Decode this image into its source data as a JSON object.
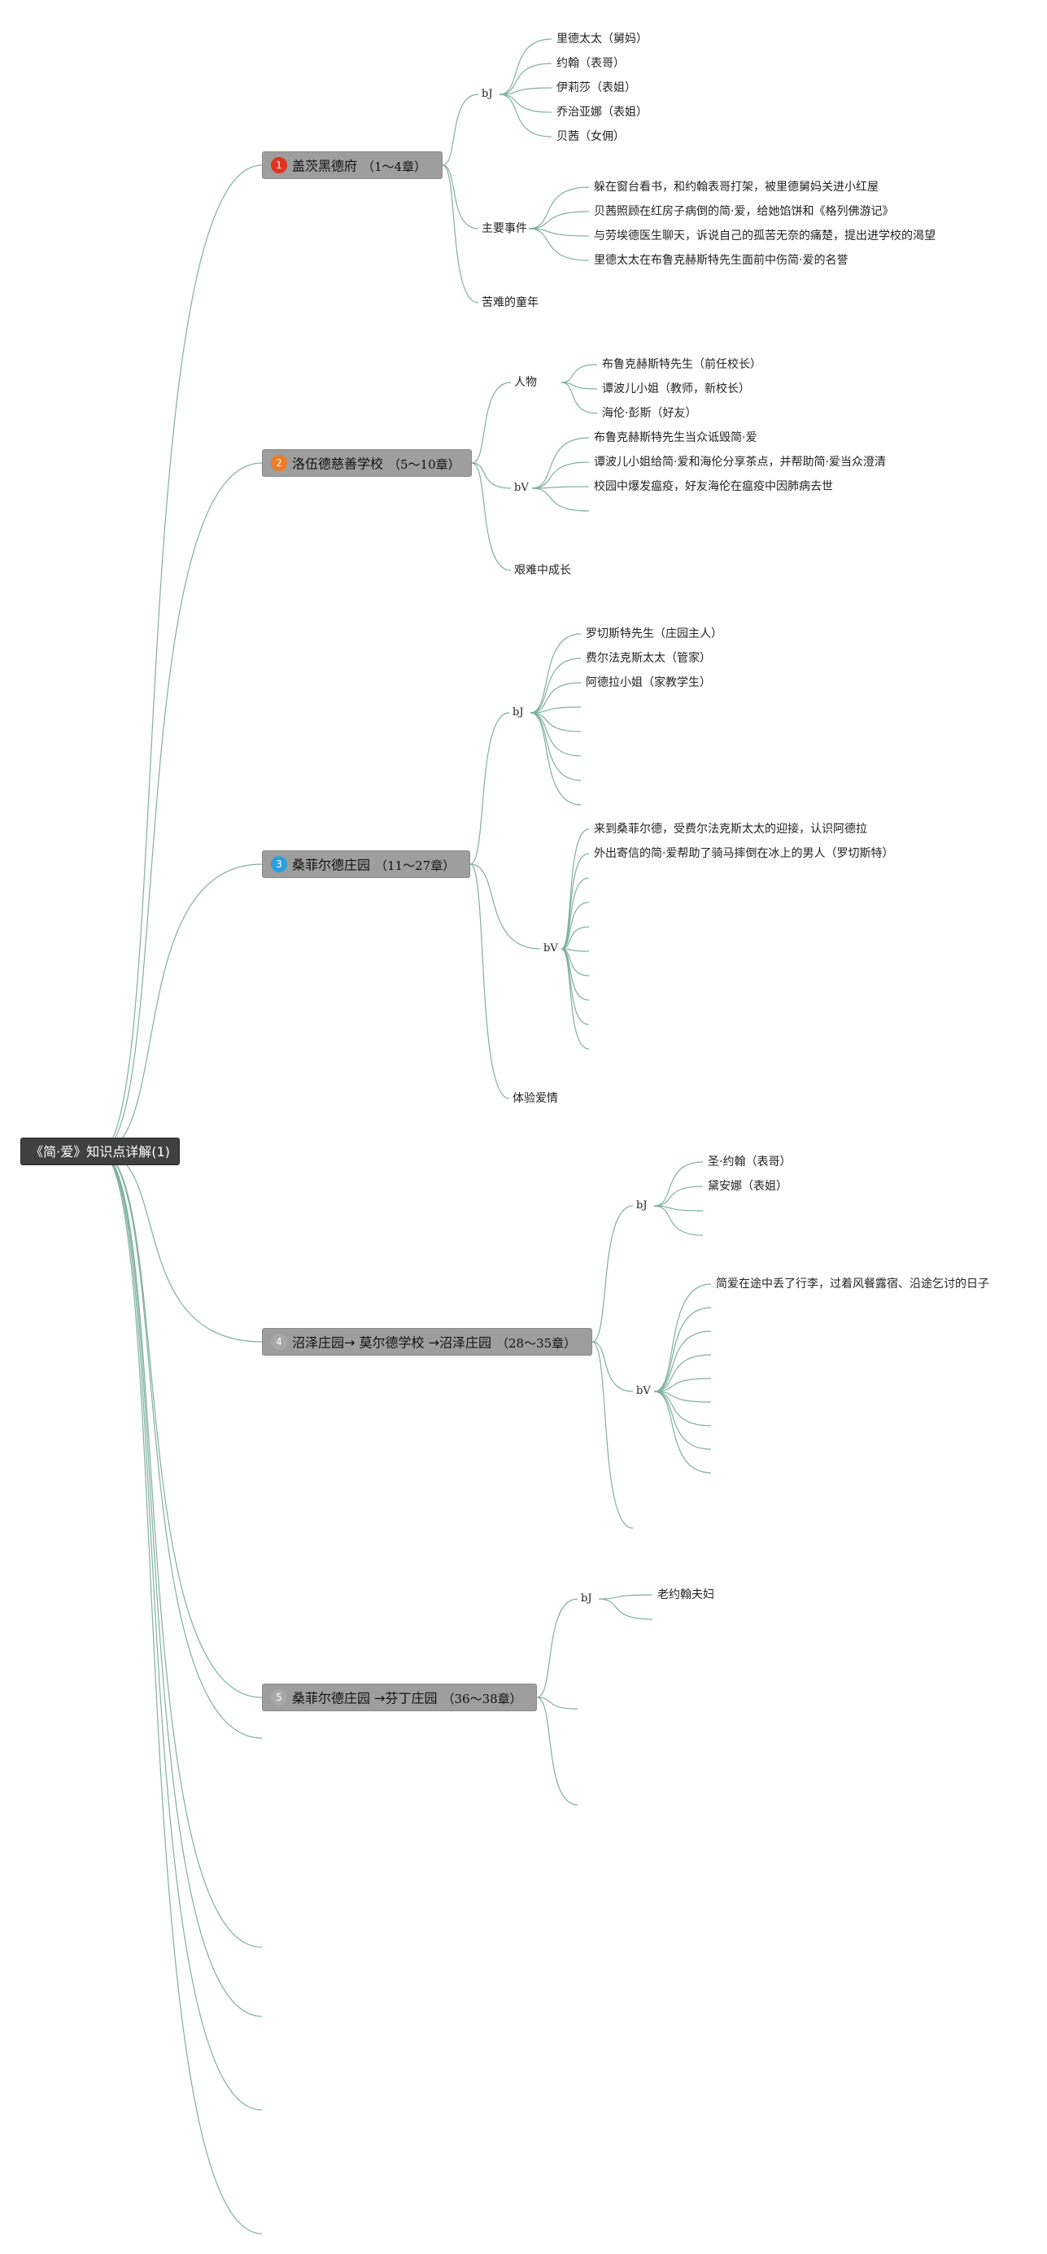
{
  "root": {
    "label": "《简·爱》知识点详解(1)"
  },
  "colors": {
    "line": "#7fb09e",
    "branch_bg": "#9e9e9e",
    "root_bg": "#404040"
  },
  "branches": [
    {
      "num": "1",
      "badge_color": "#e2341d",
      "title": "盖茨黑德府",
      "chapters": "（1～4章）",
      "groups": [
        {
          "label": "bJ",
          "serif": true,
          "items": [
            "里德太太（舅妈）",
            "约翰（表哥）",
            "伊莉莎（表姐）",
            "乔治亚娜（表姐）",
            "贝茜（女佣）"
          ]
        },
        {
          "label": "主要事件",
          "serif": false,
          "items": [
            "躲在窗台看书，和约翰表哥打架，被里德舅妈关进小红屋",
            "贝茜照顾在红房子病倒的简·爱，给她馅饼和《格列佛游记》",
            "与劳埃德医生聊天，诉说自己的孤苦无奈的痛楚，提出进学校的渴望",
            "里德太太在布鲁克赫斯特先生面前中伤简·爱的名誉"
          ]
        },
        {
          "label": "苦难的童年",
          "serif": false,
          "items": []
        }
      ]
    },
    {
      "num": "2",
      "badge_color": "#ee7b27",
      "title": "洛伍德慈善学校",
      "chapters": "（5～10章）",
      "groups": [
        {
          "label": "人物",
          "serif": false,
          "items": [
            "布鲁克赫斯特先生（前任校长）",
            "谭波儿小姐（教师，新校长）",
            "海伦·彭斯（好友）"
          ]
        },
        {
          "label": "bV",
          "serif": true,
          "items": [
            "布鲁克赫斯特先生当众诋毁简·爱",
            "谭波儿小姐给简·爱和海伦分享茶点，并帮助简·爱当众澄清",
            "校园中爆发瘟疫，好友海伦在瘟疫中因肺病去世",
            ""
          ]
        },
        {
          "label": "艰难中成长",
          "serif": false,
          "items": []
        }
      ]
    },
    {
      "num": "3",
      "badge_color": "#2aa0de",
      "title": "桑菲尔德庄园",
      "chapters": "（11～27章）",
      "groups": [
        {
          "label": "bJ",
          "serif": true,
          "items": [
            "罗切斯特先生（庄园主人）",
            "费尔法克斯太太（管家）",
            "阿德拉小姐（家教学生）",
            "",
            "",
            "",
            "",
            ""
          ]
        },
        {
          "label": "bV",
          "serif": true,
          "items": [
            "来到桑菲尔德，受费尔法克斯太太的迎接，认识阿德拉",
            "外出寄信的简·爱帮助了骑马摔倒在冰上的男人（罗切斯特）",
            "",
            "",
            "",
            "",
            "",
            "",
            "",
            ""
          ]
        },
        {
          "label": "体验爱情",
          "serif": false,
          "items": []
        }
      ]
    },
    {
      "num": "4",
      "badge_color": "#a8a8a8",
      "title": "沼泽庄园→ 莫尔德学校 →沼泽庄园",
      "chapters": "（28～35章）",
      "groups": [
        {
          "label": "bJ",
          "serif": true,
          "items": [
            "圣·约翰（表哥）",
            "黛安娜（表姐）",
            "",
            ""
          ]
        },
        {
          "label": "bV",
          "serif": true,
          "items": [
            "简爱在途中丢了行李，过着风餐露宿、沿途乞讨的日子",
            "",
            "",
            "",
            "",
            "",
            "",
            "",
            ""
          ]
        },
        {
          "label": "",
          "serif": false,
          "items": []
        }
      ]
    },
    {
      "num": "5",
      "badge_color": "#a8a8a8",
      "title": "桑菲尔德庄园 →芬丁庄园",
      "chapters": "（36～38章）",
      "groups": [
        {
          "label": "bJ",
          "serif": true,
          "items": [
            "老约翰夫妇",
            ""
          ]
        },
        {
          "label": "",
          "serif": false,
          "items": []
        },
        {
          "label": "",
          "serif": false,
          "items": []
        }
      ]
    }
  ]
}
